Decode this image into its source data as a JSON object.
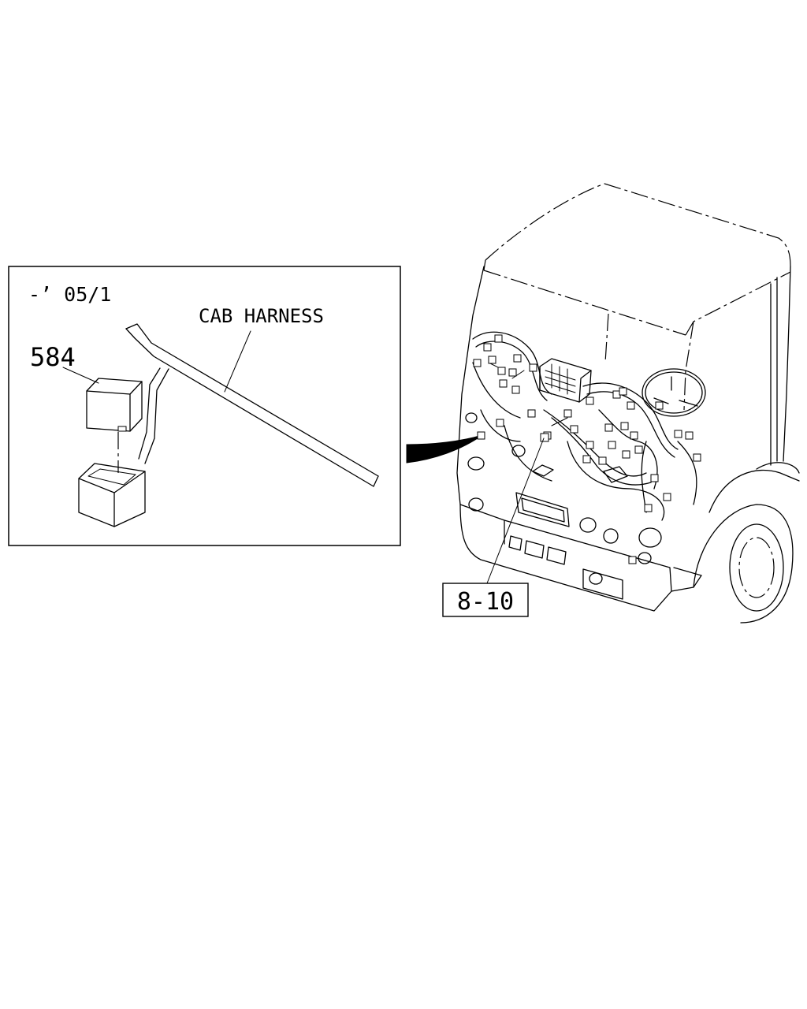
{
  "inset": {
    "date_code": "-’ 05/1",
    "harness_label": "CAB HARNESS",
    "part_number": "584"
  },
  "main_view": {
    "reference_label": "8-10"
  }
}
